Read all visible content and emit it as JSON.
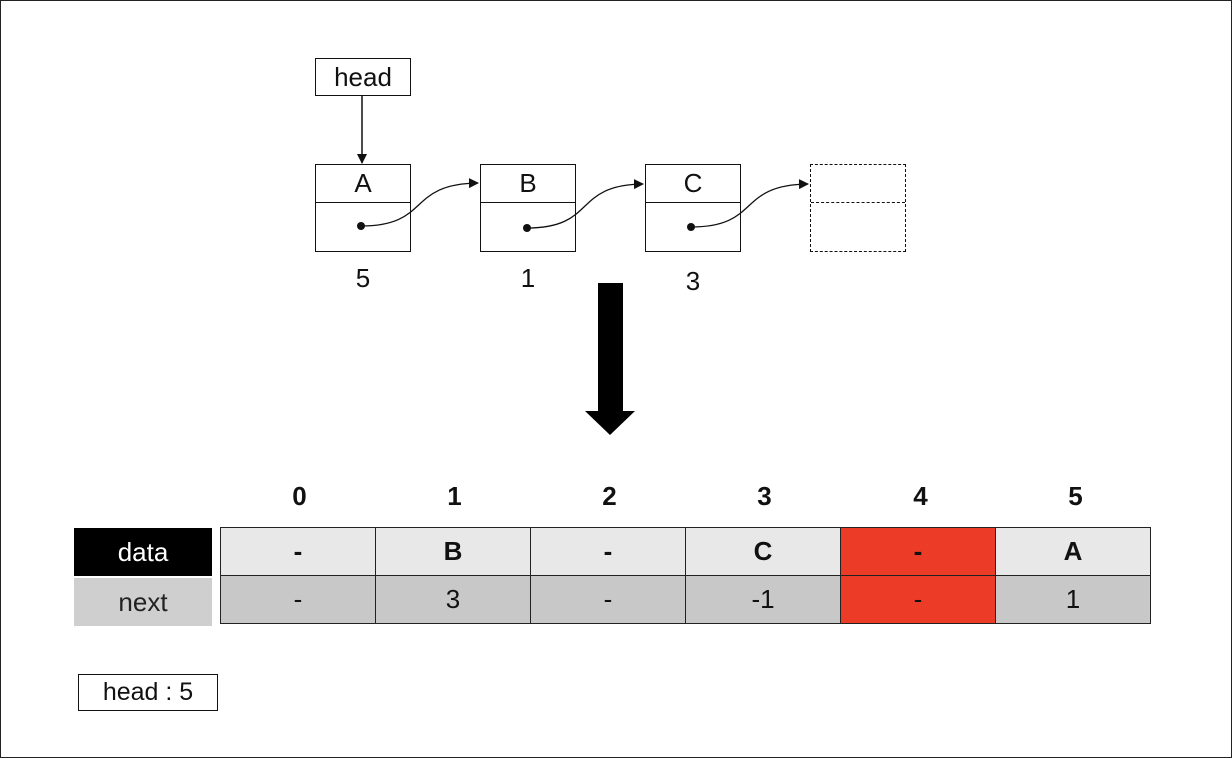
{
  "linked_list": {
    "head_label": "head",
    "nodes": [
      {
        "data": "A",
        "index": "5"
      },
      {
        "data": "B",
        "index": "1"
      },
      {
        "data": "C",
        "index": "3"
      }
    ]
  },
  "array": {
    "indices": [
      "0",
      "1",
      "2",
      "3",
      "4",
      "5"
    ],
    "row_labels": {
      "data": "data",
      "next": "next"
    },
    "data": [
      "-",
      "B",
      "-",
      "C",
      "-",
      "A"
    ],
    "next": [
      "-",
      "3",
      "-",
      "-1",
      "-",
      "1"
    ],
    "highlight_index": 4,
    "highlight_color": "#ec3b27"
  },
  "head_value": "head : 5"
}
